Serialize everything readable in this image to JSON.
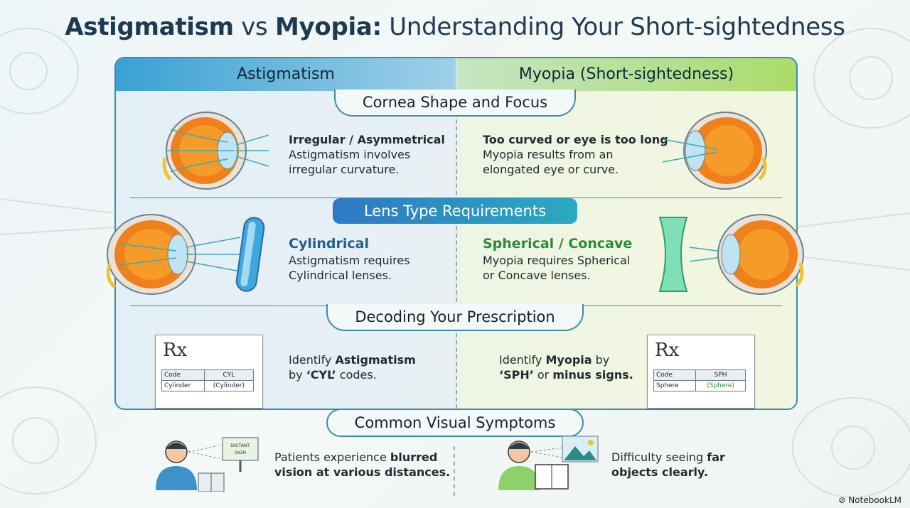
{
  "title": {
    "bold1": "Astigmatism",
    "mid": " vs ",
    "bold2": "Myopia:",
    "rest": " Understanding Your Short-sightedness"
  },
  "columns": {
    "left": "Astigmatism",
    "right": "Myopia (Short-sightedness)"
  },
  "sections": {
    "cornea": {
      "title": "Cornea Shape and Focus",
      "left": {
        "heading": "Irregular / Asymmetrical",
        "body": [
          "Astigmatism involves",
          "irregular curvature."
        ]
      },
      "right": {
        "heading": "Too curved or eye is too long",
        "body": [
          "Myopia results from an",
          "elongated eye or curve."
        ]
      }
    },
    "lens": {
      "title": "Lens Type Requirements",
      "left": {
        "heading": "Cylindrical",
        "body": [
          "Astigmatism requires",
          "Cylindrical lenses."
        ]
      },
      "right": {
        "heading": "Spherical / Concave",
        "body": [
          "Myopia requires Spherical",
          "or Concave lenses."
        ]
      }
    },
    "prescription": {
      "title": "Decoding Your Prescription",
      "left": {
        "line1_pre": "Identify ",
        "line1_bold": "Astigmatism",
        "line2_pre": "by ",
        "line2_bold": "‘CYL’",
        "line2_post": " codes."
      },
      "right": {
        "line1_pre": "Identify ",
        "line1_bold": "Myopia",
        "line1_post": " by",
        "line2_bold1": "‘SPH’",
        "line2_mid": " or ",
        "line2_bold2": "minus signs."
      },
      "rx_left": {
        "symbol": "Rx",
        "h1": "Code",
        "h2": "CYL",
        "c1": "Cylinder",
        "c2": "(Cylinder)"
      },
      "rx_right": {
        "symbol": "Rx",
        "h1": "Code",
        "h2": "SPH",
        "c1": "Sphere",
        "c2": "(Sphere)"
      }
    },
    "symptoms": {
      "title": "Common Visual Symptoms",
      "left": {
        "line1_pre": "Patients experience ",
        "line1_bold": "blurred",
        "line2_bold": "vision at various distances."
      },
      "right": {
        "line1_pre": "Difficulty seeing ",
        "line1_bold": "far",
        "line2_bold": "objects clearly."
      },
      "sign_text": [
        "DISTANT",
        "SIGN"
      ]
    }
  },
  "brand": "NotebookLM",
  "colors": {
    "border": "#3c8ea6",
    "blue_heading": "#1f5f8f",
    "green_heading": "#2a8a3a",
    "left_header": "#3aa1d3",
    "right_header": "#a9dc6a"
  }
}
